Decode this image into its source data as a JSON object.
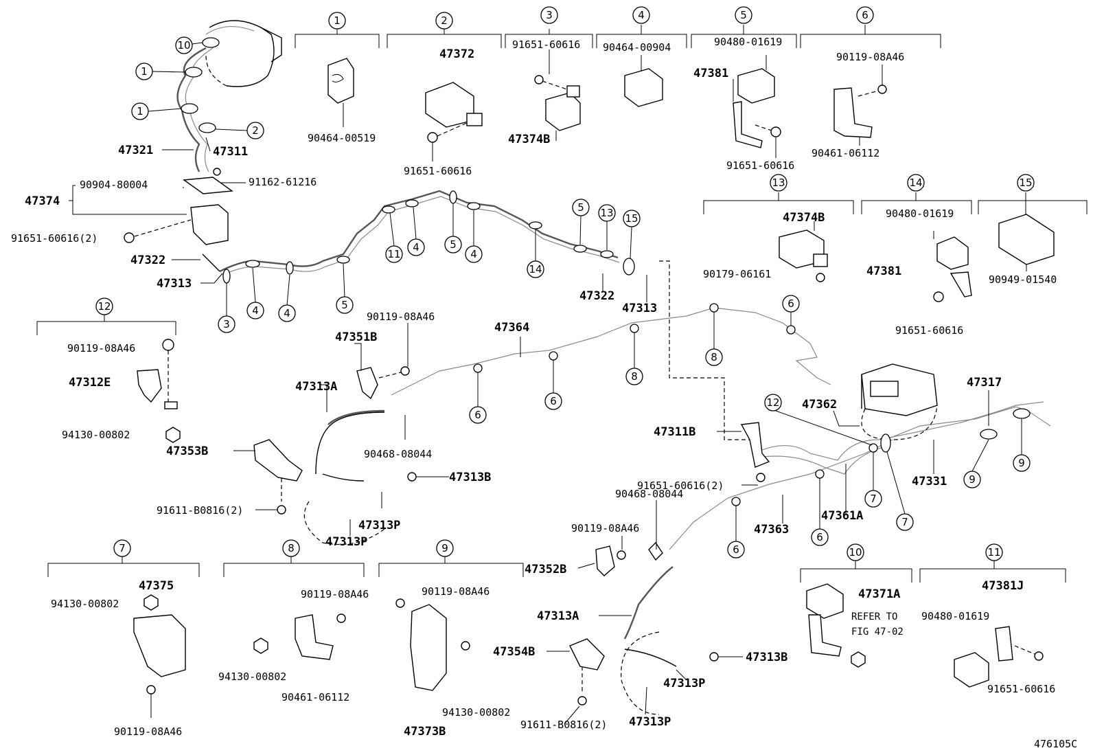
{
  "figure_id": "476105C",
  "groups": [
    {
      "num": "1",
      "parts": [
        "90464-00519"
      ]
    },
    {
      "num": "2",
      "parts": [
        "47372",
        "91651-60616"
      ]
    },
    {
      "num": "3",
      "parts": [
        "91651-60616",
        "47374B"
      ]
    },
    {
      "num": "4",
      "parts": [
        "90464-00904"
      ]
    },
    {
      "num": "5",
      "parts": [
        "90480-01619",
        "47381",
        "91651-60616"
      ]
    },
    {
      "num": "6",
      "parts": [
        "90119-08A46",
        "90461-06112"
      ]
    },
    {
      "num": "7",
      "parts": [
        "47375",
        "94130-00802",
        "90119-08A46"
      ]
    },
    {
      "num": "8",
      "parts": [
        "90119-08A46",
        "94130-00802",
        "90461-06112"
      ]
    },
    {
      "num": "9",
      "parts": [
        "90119-08A46",
        "94130-00802",
        "47373B"
      ]
    },
    {
      "num": "10",
      "parts": [
        "47371A"
      ],
      "note": [
        "REFER TO",
        "FIG 47-02"
      ]
    },
    {
      "num": "11",
      "parts": [
        "47381J",
        "90480-01619",
        "91651-60616"
      ]
    },
    {
      "num": "12",
      "parts": [
        "90119-08A46",
        "47312E",
        "94130-00802"
      ]
    },
    {
      "num": "13",
      "parts": [
        "47374B",
        "90179-06161"
      ]
    },
    {
      "num": "14",
      "parts": [
        "90480-01619",
        "47381",
        "91651-60616"
      ]
    },
    {
      "num": "15",
      "parts": [
        "90949-01540"
      ]
    }
  ],
  "main_labels": {
    "p47321": "47321",
    "p47311": "47311",
    "p90904": "90904-80004",
    "p91162": "91162-61216",
    "p47374": "47374",
    "p91651_2": "91651-60616(2)",
    "p47322a": "47322",
    "p47313a": "47313",
    "p47322b": "47322",
    "p47313b": "47313",
    "p47364": "47364",
    "p47351B": "47351B",
    "p90119a": "90119-08A46",
    "p47313A1": "47313A",
    "p90468a": "90468-08044",
    "p47353B": "47353B",
    "p91611a": "91611-B0816(2)",
    "p47313B1": "47313B",
    "p47313P1": "47313P",
    "p47313P2": "47313P",
    "p47362": "47362",
    "p47311B": "47311B",
    "p91651_2b": "91651-60616(2)",
    "p90468b": "90468-08044",
    "p90119b": "90119-08A46",
    "p47352B": "47352B",
    "p47313A2": "47313A",
    "p47354B": "47354B",
    "p91611b": "91611-B0816(2)",
    "p47313B2": "47313B",
    "p47313P3": "47313P",
    "p47313P4": "47313P",
    "p47317": "47317",
    "p47331": "47331",
    "p47361A": "47361A",
    "p47363": "47363"
  },
  "clip_callouts": [
    "10",
    "1",
    "1",
    "2",
    "3",
    "4",
    "4",
    "5",
    "11",
    "4",
    "5",
    "4",
    "14",
    "5",
    "13",
    "15",
    "6",
    "6",
    "8",
    "8",
    "6",
    "12",
    "9",
    "9",
    "7",
    "7",
    "6",
    "6"
  ]
}
